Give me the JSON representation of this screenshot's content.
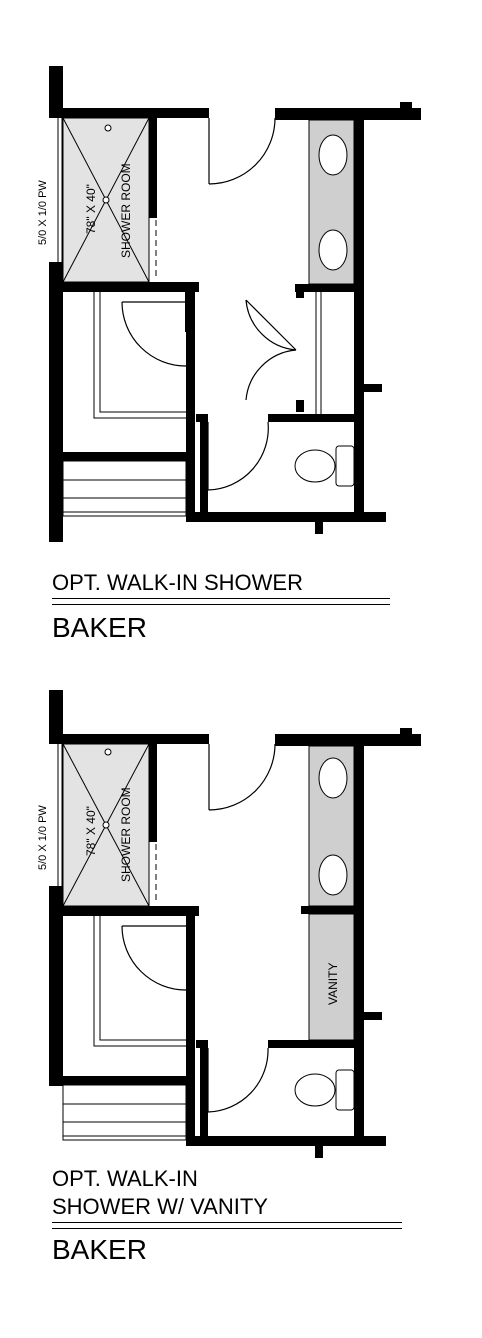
{
  "plans": [
    {
      "caption_line1": "OPT. WALK-IN SHOWER",
      "caption_line2": "",
      "title": "BAKER",
      "window_label": "5/0 X 1/0 PW",
      "shower_size": "78\" X 40\"",
      "shower_label": "SHOWER ROOM",
      "vanity_label": ""
    },
    {
      "caption_line1": "OPT. WALK-IN",
      "caption_line2": "SHOWER W/ VANITY",
      "title": "BAKER",
      "window_label": "5/0 X 1/0 PW",
      "shower_size": "78\" X 40\"",
      "shower_label": "SHOWER ROOM",
      "vanity_label": "VANITY"
    }
  ]
}
